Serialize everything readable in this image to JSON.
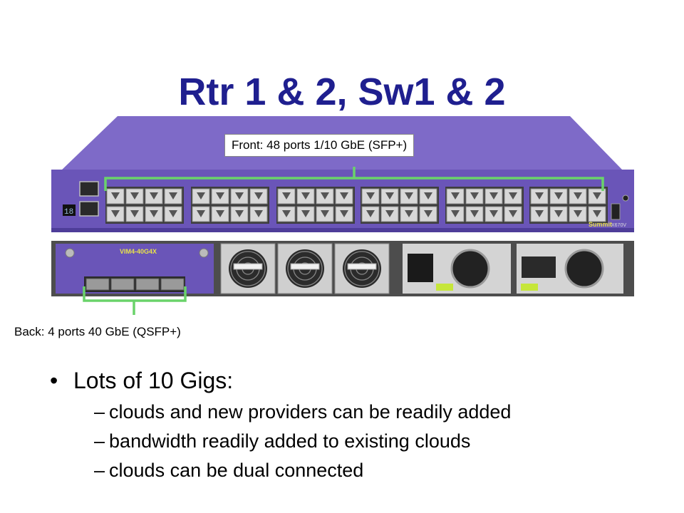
{
  "slide": {
    "title": "Rtr 1 & 2, Sw1 & 2",
    "title_color": "#1f1f8f"
  },
  "figure": {
    "front_callout": "Front: 48 ports 1/10 GbE (SFP+)",
    "back_callout": "Back: 4 ports 40 GbE (QSFP+)",
    "module_label": "VIM4-40G4X",
    "brand_label": "Summit",
    "model_label": "X670V",
    "port_led_display": "18",
    "chassis_color": "#6a55b8",
    "bracket_color": "#6ad36a"
  },
  "bullets": {
    "main": "Lots of 10 Gigs:",
    "main_marker": "•",
    "sub_marker": "–",
    "items": [
      "clouds and new providers can be readily added",
      "bandwidth readily added to existing clouds",
      "clouds can be dual connected"
    ]
  }
}
